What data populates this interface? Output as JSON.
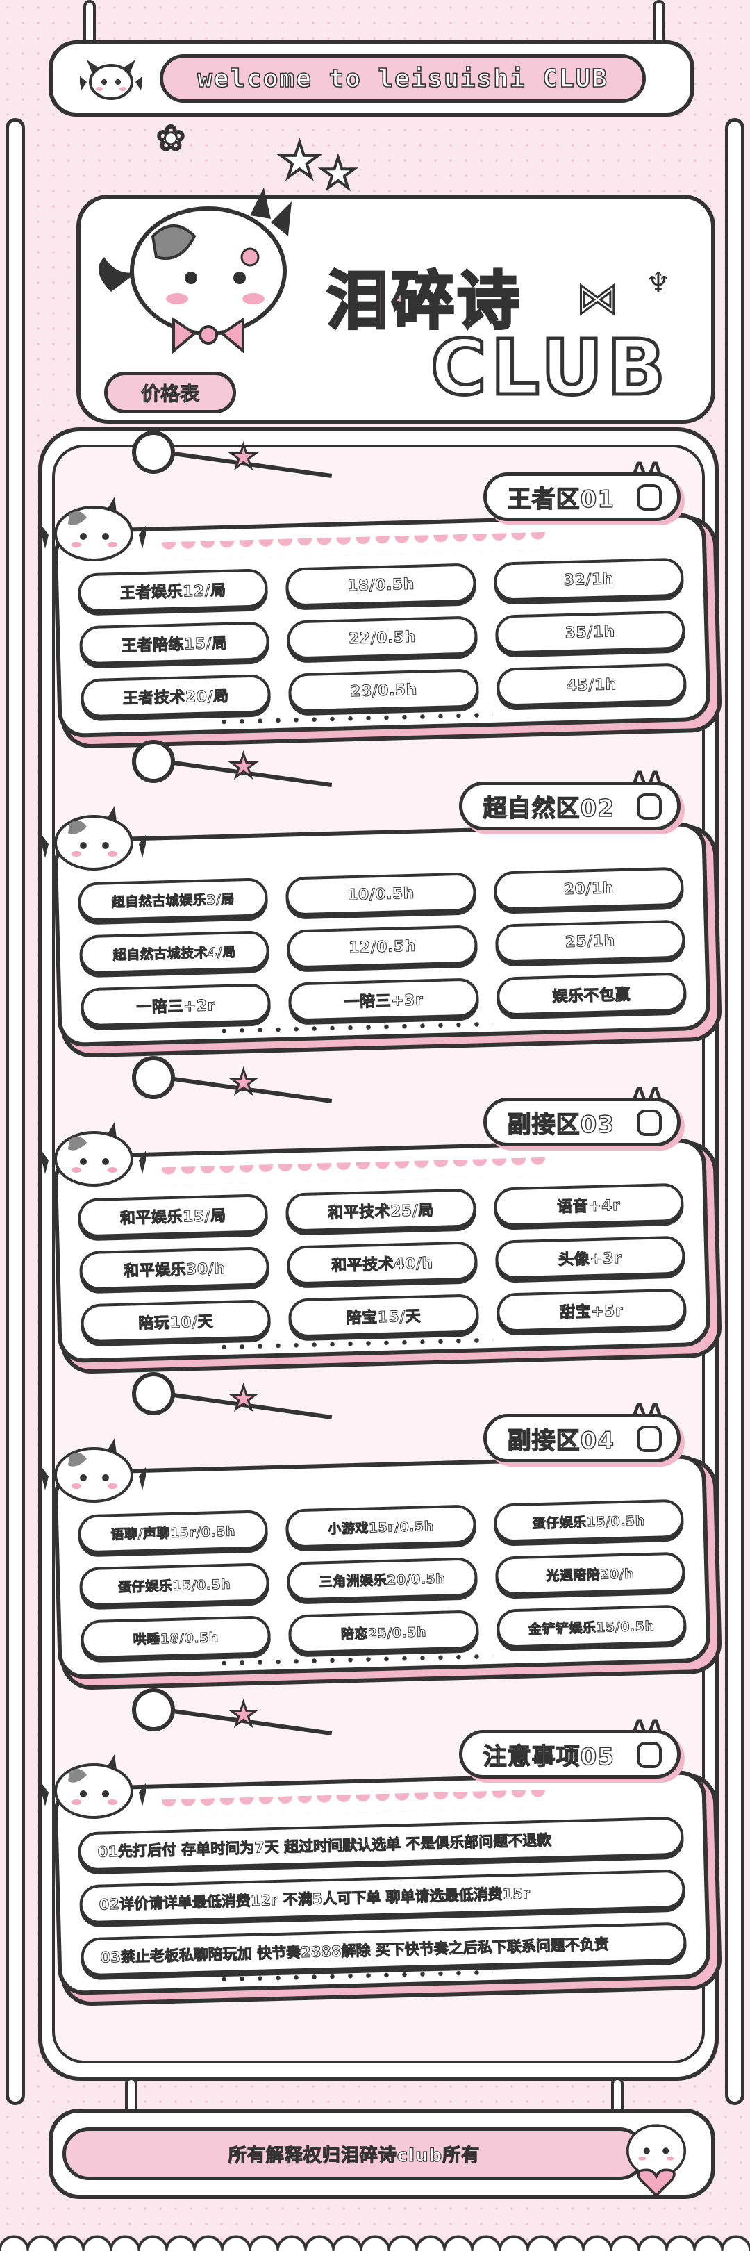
{
  "header": {
    "welcome": "welcome to leisuishi CLUB",
    "title_cn": "泪碎诗",
    "title_en": "CLUB",
    "price_tag": "价格表"
  },
  "sections": [
    {
      "title": "王者区01",
      "items": [
        "王者娱乐12/局",
        "18/0.5h",
        "32/1h",
        "王者陪练15/局",
        "22/0.5h",
        "35/1h",
        "王者技术20/局",
        "28/0.5h",
        "45/1h"
      ]
    },
    {
      "title": "超自然区02",
      "items": [
        "超自然古城娱乐3/局",
        "10/0.5h",
        "20/1h",
        "超自然古城技术4/局",
        "12/0.5h",
        "25/1h",
        "一陪三+2r",
        "一陪三+3r",
        "娱乐不包赢"
      ]
    },
    {
      "title": "副接区03",
      "items": [
        "和平娱乐15/局",
        "和平技术25/局",
        "语音+4r",
        "和平娱乐30/h",
        "和平技术40/h",
        "头像+3r",
        "陪玩10/天",
        "陪宝15/天",
        "甜宝+5r"
      ]
    },
    {
      "title": "副接区04",
      "items": [
        "语聊/声聊15r/0.5h",
        "小游戏15r/0.5h",
        "蛋仔娱乐15/0.5h",
        "蛋仔娱乐15/0.5h",
        "三角洲娱乐20/0.5h",
        "光遇陪陪20/h",
        "哄睡18/0.5h",
        "陪恋25/0.5h",
        "金铲铲娱乐15/0.5h"
      ]
    },
    {
      "title": "注意事项05",
      "notes": [
        "01先打后付 存单时间为7天 超过时间默认选单 不是俱乐部问题不退款",
        "02详价请详单最低消费12r 不满5人可下单 聊单请选最低消费15r",
        "03禁止老板私聊陪玩加 快节奏2888解除 买下快节奏之后私下联系问题不负责"
      ]
    }
  ],
  "footer": {
    "text": "所有解释权归泪碎诗club所有"
  }
}
